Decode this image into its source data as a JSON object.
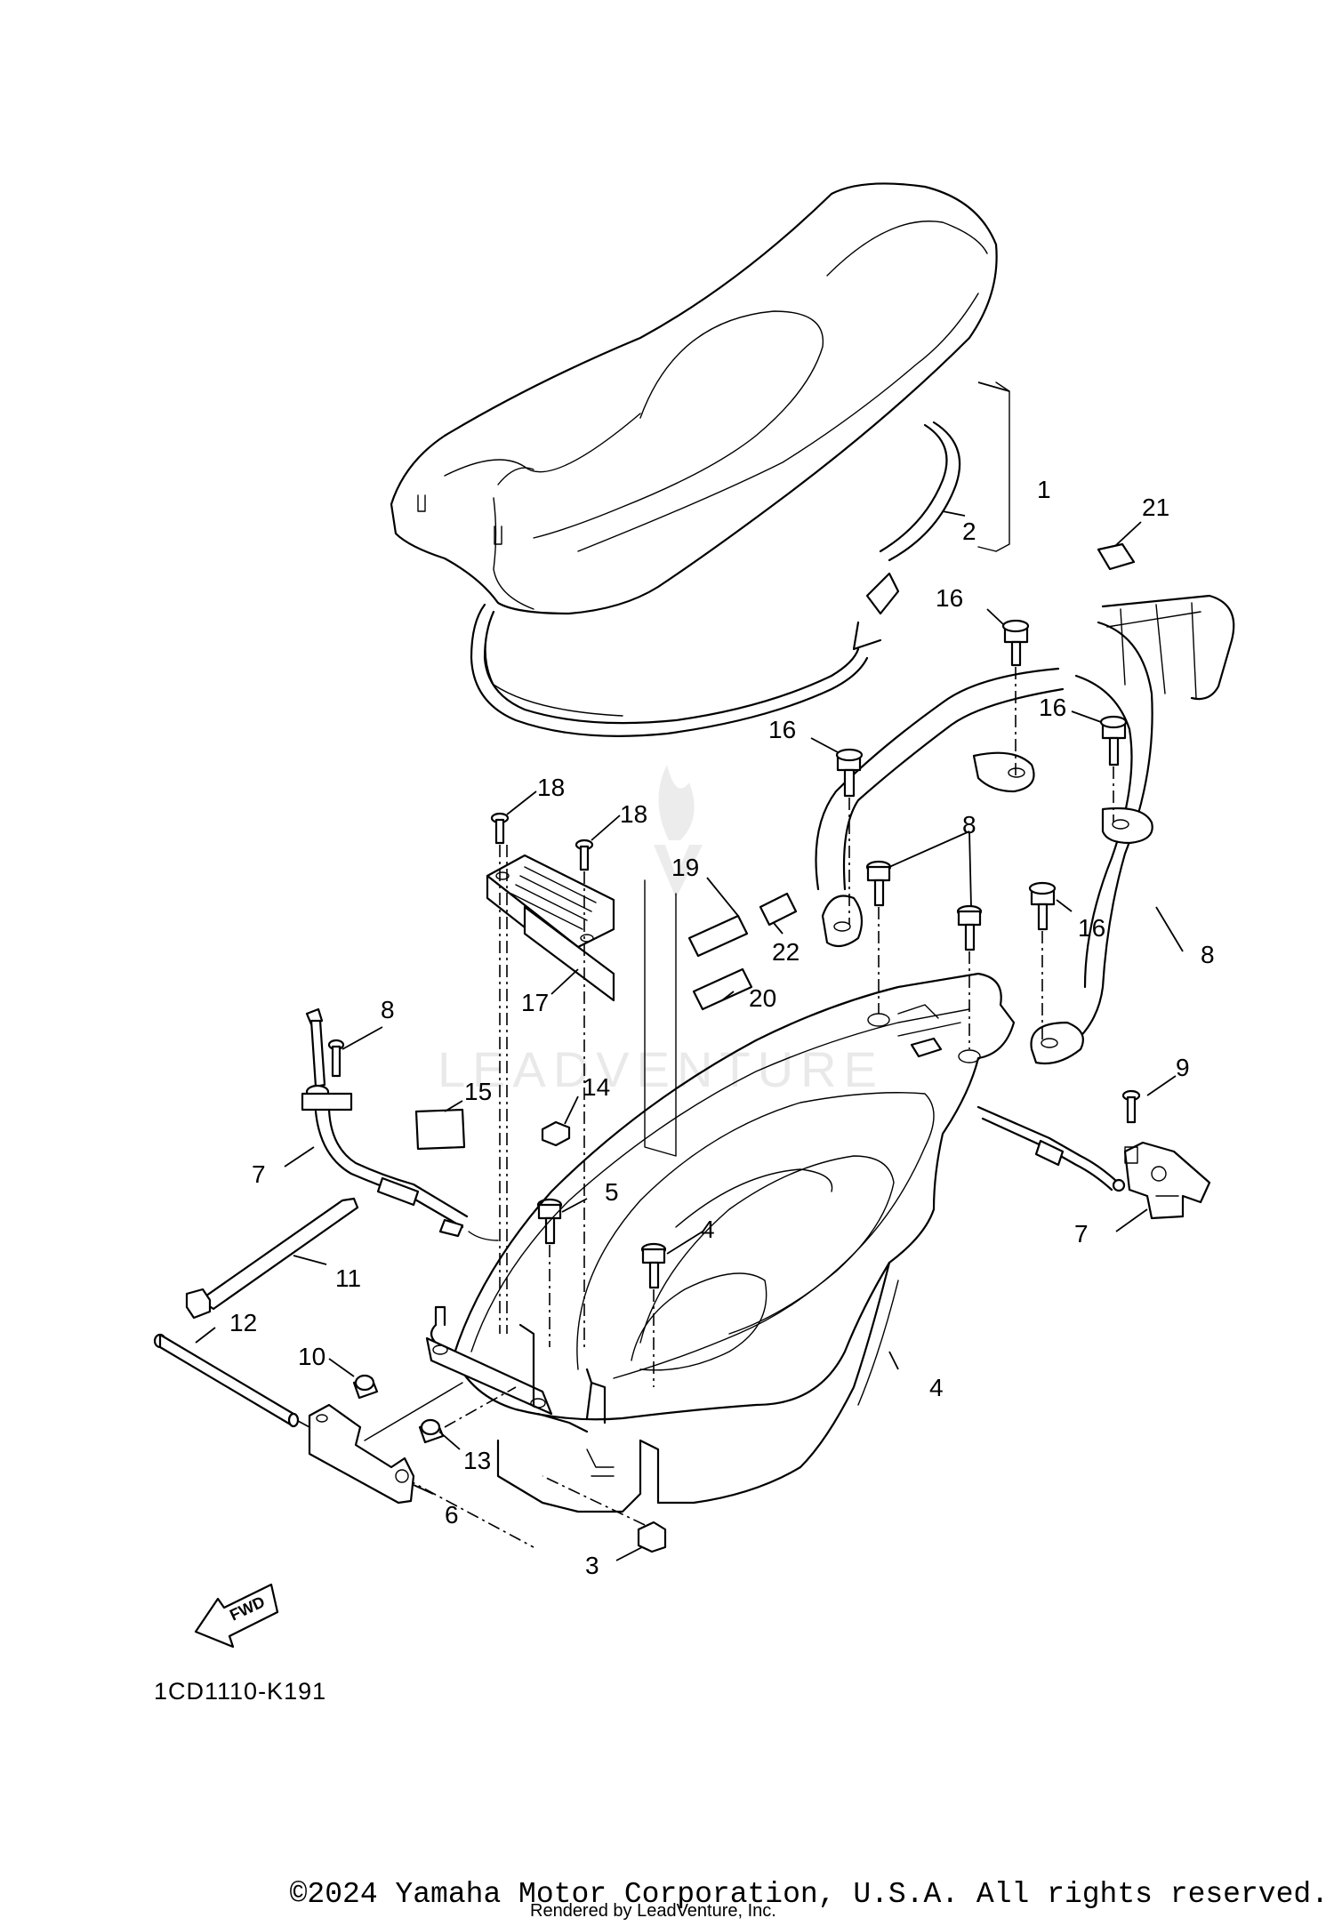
{
  "watermark": {
    "text": "LEADVENTURE"
  },
  "diagram": {
    "code": "1CD1110-K191",
    "fwd_label": "FWD",
    "callouts": [
      {
        "id": "c1",
        "label": "1"
      },
      {
        "id": "c2",
        "label": "2"
      },
      {
        "id": "c21",
        "label": "21"
      },
      {
        "id": "c16a",
        "label": "16"
      },
      {
        "id": "c16b",
        "label": "16"
      },
      {
        "id": "c16c",
        "label": "16"
      },
      {
        "id": "c16d",
        "label": "16"
      },
      {
        "id": "c18a",
        "label": "18"
      },
      {
        "id": "c18b",
        "label": "18"
      },
      {
        "id": "c19",
        "label": "19"
      },
      {
        "id": "c22",
        "label": "22"
      },
      {
        "id": "c17",
        "label": "17"
      },
      {
        "id": "c20",
        "label": "20"
      },
      {
        "id": "c8a",
        "label": "8"
      },
      {
        "id": "c8b",
        "label": "8"
      },
      {
        "id": "c8c",
        "label": "8"
      },
      {
        "id": "c15",
        "label": "15"
      },
      {
        "id": "c14",
        "label": "14"
      },
      {
        "id": "c9",
        "label": "9"
      },
      {
        "id": "c7a",
        "label": "7"
      },
      {
        "id": "c7b",
        "label": "7"
      },
      {
        "id": "c11",
        "label": "11"
      },
      {
        "id": "c12",
        "label": "12"
      },
      {
        "id": "c10",
        "label": "10"
      },
      {
        "id": "c13",
        "label": "13"
      },
      {
        "id": "c5",
        "label": "5"
      },
      {
        "id": "c4a",
        "label": "4"
      },
      {
        "id": "c4b",
        "label": "4"
      },
      {
        "id": "c6",
        "label": "6"
      },
      {
        "id": "c3",
        "label": "3"
      }
    ]
  },
  "footer": {
    "copyright": "©2024 Yamaha Motor Corporation, U.S.A. All rights reserved.",
    "rendered_by": "Rendered by LeadVenture, Inc."
  }
}
